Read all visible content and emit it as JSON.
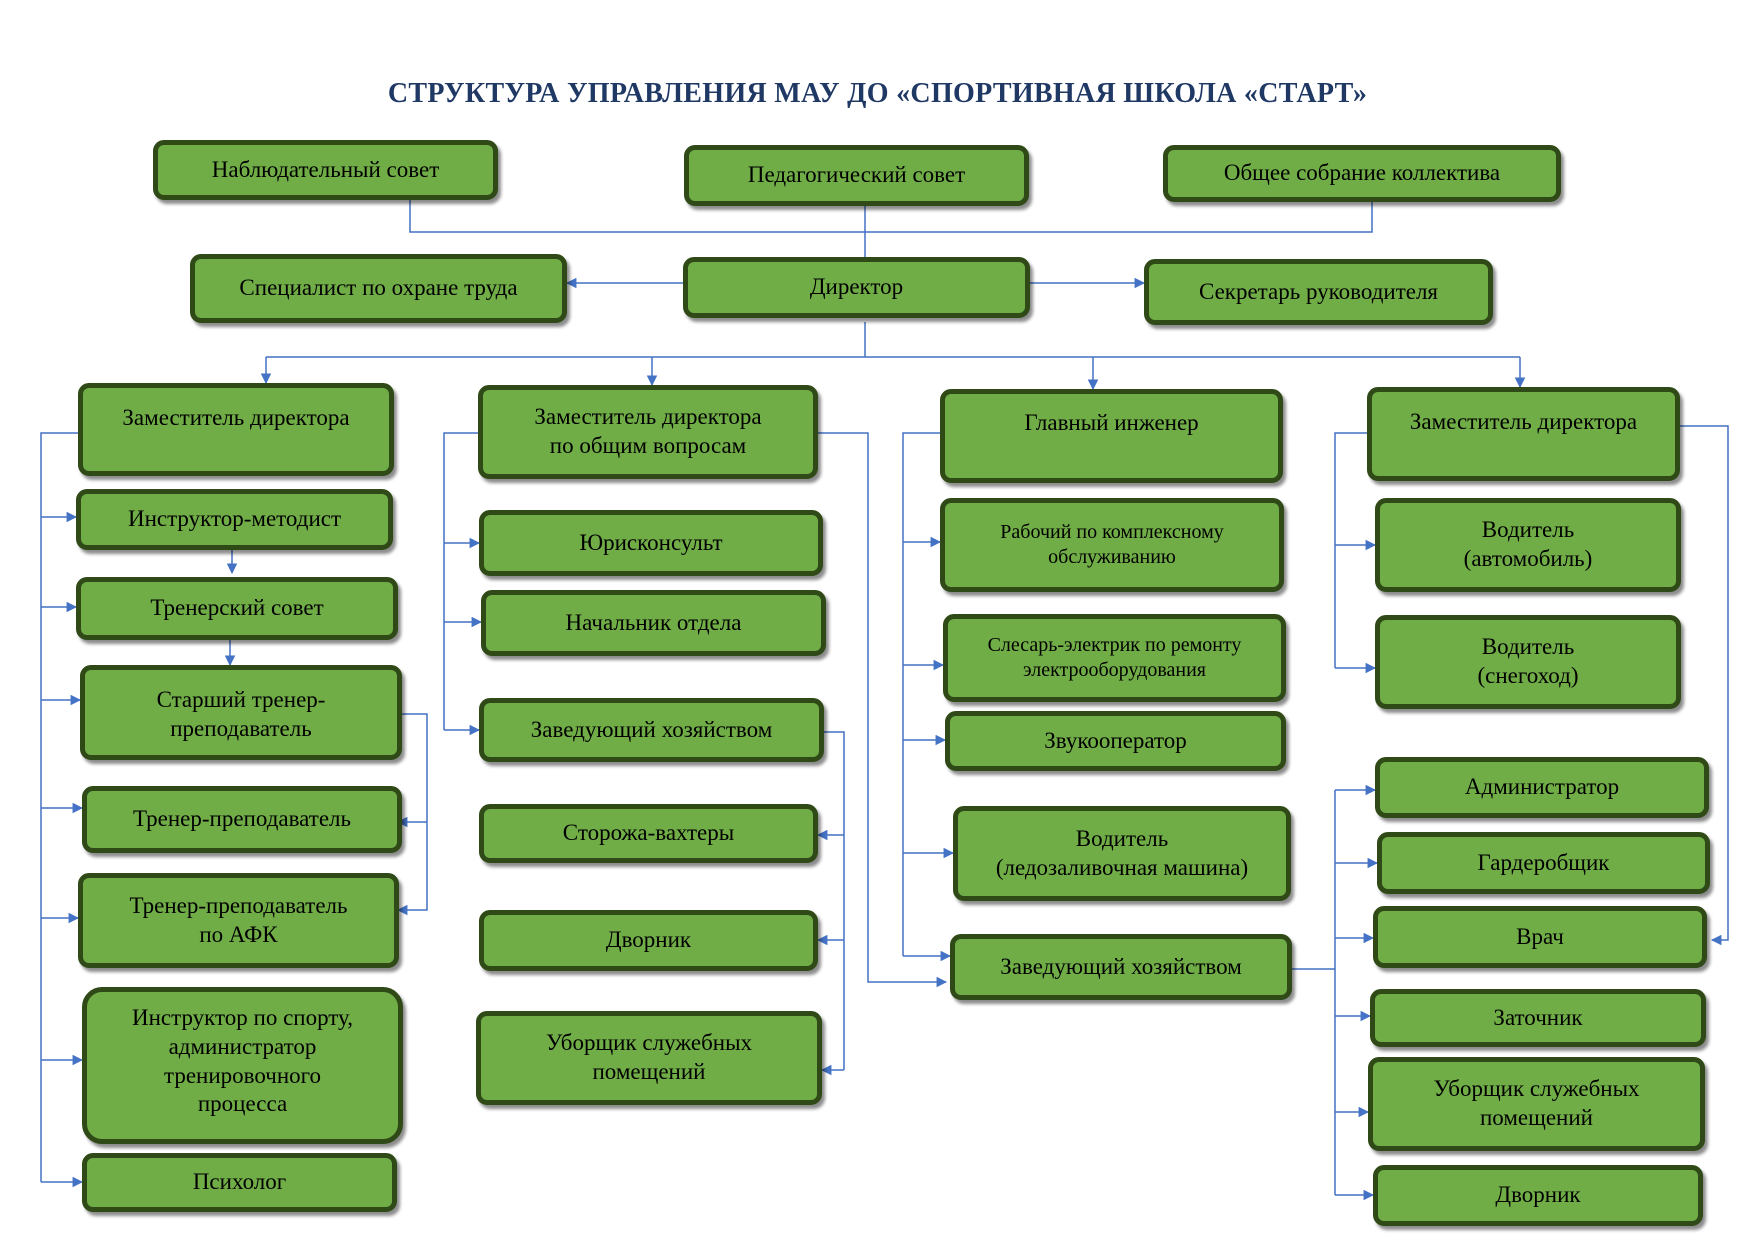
{
  "title": "СТРУКТУРА УПРАВЛЕНИЯ МАУ ДО «СПОРТИВНАЯ ШКОЛА «СТАРТ»",
  "top": {
    "supervisory_board": "Наблюдательный совет",
    "pedagogical_council": "Педагогический совет",
    "general_meeting": "Общее собрание коллектива"
  },
  "director_row": {
    "labor_safety": "Специалист по охране труда",
    "director": "Директор",
    "secretary": "Секретарь руководителя"
  },
  "col1": {
    "head": "Заместитель директора",
    "items": [
      "Инструктор-методист",
      "Тренерский совет",
      "Старший тренер-\nпреподаватель",
      "Тренер-преподаватель",
      "Тренер-преподаватель\nпо АФК",
      "Инструктор по спорту,\nадминистратор\nтренировочного\nпроцесса",
      "Психолог"
    ]
  },
  "col2": {
    "head": "Заместитель директора\nпо общим вопросам",
    "items": [
      "Юрисконсульт",
      "Начальник отдела",
      "Заведующий хозяйством",
      "Сторожа-вахтеры",
      "Дворник",
      "Уборщик служебных\nпомещений"
    ]
  },
  "col3": {
    "head": "Главный инженер",
    "items": [
      "Рабочий по комплексному\nобслуживанию",
      "Слесарь-электрик по ремонту\nэлектрооборудования",
      "Звукооператор",
      "Водитель\n(ледозаливочная машина)",
      "Заведующий хозяйством"
    ]
  },
  "col4": {
    "head": "Заместитель директора",
    "drivers": [
      "Водитель\n(автомобиль)",
      "Водитель\n(снегоход)"
    ],
    "items": [
      "Администратор",
      "Гардеробщик",
      "Врач",
      "Заточник",
      "Уборщик служебных\nпомещений",
      "Дворник"
    ]
  },
  "colors": {
    "box_fill": "#70ad47",
    "box_border": "#2f4a17",
    "connector": "#4472c4",
    "title": "#1f3864"
  }
}
